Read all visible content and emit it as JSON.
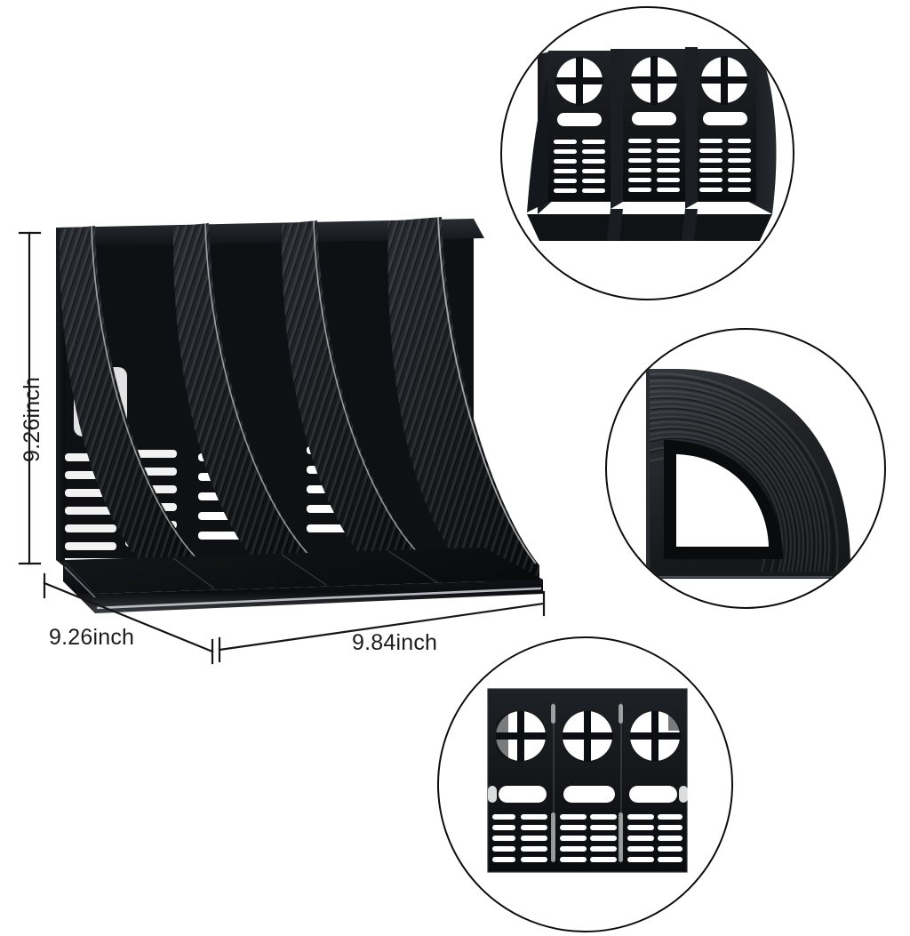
{
  "scene": {
    "background_color": "#ffffff",
    "product_color": "#101215",
    "outline_color": "#0d0d0d",
    "subject": "three-compartment black plastic magazine / file organizer"
  },
  "dimensions": {
    "height": {
      "value": "9.26inch",
      "orientation": "vertical",
      "side": "left"
    },
    "depth": {
      "value": "9.26inch",
      "orientation": "diagonal",
      "side": "bottom-left"
    },
    "width": {
      "value": "9.84inch",
      "orientation": "horizontal",
      "side": "bottom"
    }
  },
  "main_view": {
    "label": "three-quarter hero view",
    "compartments": 3,
    "divider_panels": 4
  },
  "detail_circles": [
    {
      "id": "rear-view",
      "label": "assembled rear view",
      "position": "top-right",
      "sections": 3,
      "features": [
        "crosshair-circle-cutout",
        "oval-slot",
        "vent-slot-rows"
      ]
    },
    {
      "id": "divider-closeup",
      "label": "ribbed divider panel close-up",
      "position": "middle-right",
      "features": [
        "quarter-circle-profile",
        "concentric-ribbing",
        "quarter-round-cutout"
      ]
    },
    {
      "id": "flat-back-panel",
      "label": "flat back panel, disassembled",
      "position": "bottom-center",
      "sections": 3,
      "features": [
        "crosshair-circle-cutout",
        "oval-slot",
        "vent-slot-rows"
      ]
    }
  ]
}
